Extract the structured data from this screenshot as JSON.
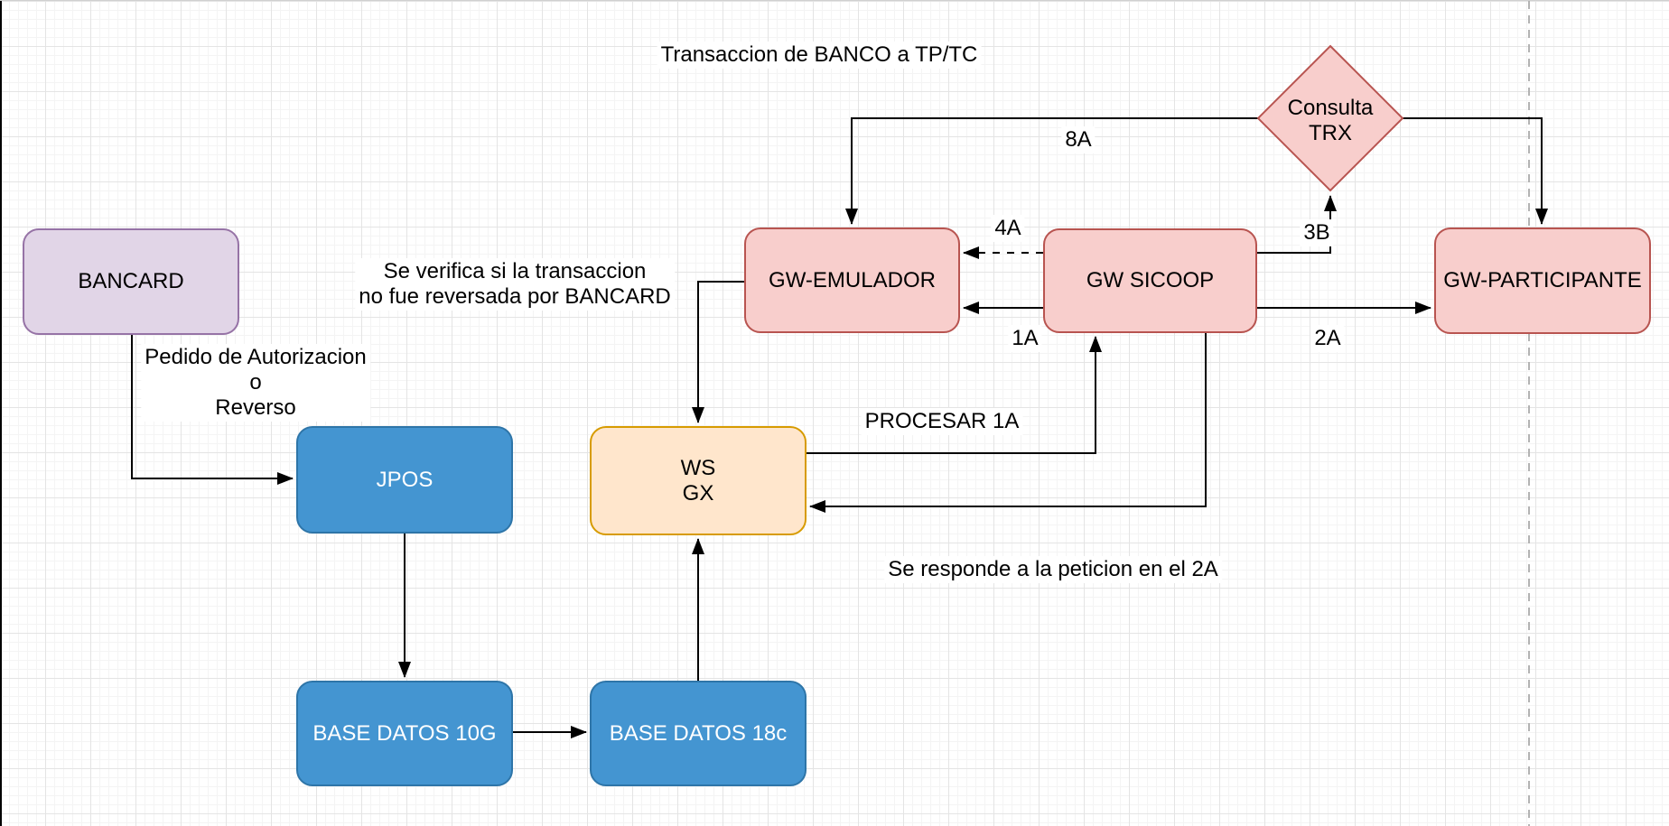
{
  "title": "Transaccion de BANCO a TP/TC",
  "nodes": {
    "bancard": {
      "label": "BANCARD"
    },
    "jpos": {
      "label": "JPOS"
    },
    "bd10g": {
      "label": "BASE DATOS 10G"
    },
    "bd18c": {
      "label": "BASE DATOS 18c"
    },
    "wsgx": {
      "line1": "WS",
      "line2": "GX"
    },
    "gw_emulador": {
      "label": "GW-EMULADOR"
    },
    "gw_sicoop": {
      "label": "GW SICOOP"
    },
    "gw_participante": {
      "label": "GW-PARTICIPANTE"
    },
    "consulta_trx": {
      "line1": "Consulta",
      "line2": "TRX"
    }
  },
  "edge_labels": {
    "e8a": "8A",
    "e4a": "4A",
    "e1a": "1A",
    "e3b": "3B",
    "e2a": "2A",
    "procesar_1a": "PROCESAR 1A"
  },
  "annotations": {
    "pedido": {
      "line1": "Pedido de Autorizacion",
      "line2": "o",
      "line3": "Reverso"
    },
    "verifica": {
      "line1": "Se verifica si la transaccion",
      "line2": "no fue reversada por BANCARD"
    },
    "responde": "Se responde a la peticion en el 2A"
  },
  "colors": {
    "purple_fill": "#E1D5E7",
    "purple_stroke": "#9673A6",
    "pink_fill": "#F8CECC",
    "pink_stroke": "#B85450",
    "orange_fill": "#FFE6CC",
    "orange_stroke": "#D79B00",
    "blue_fill": "#4495D1",
    "blue_stroke": "#2E75A8",
    "edge": "#000000",
    "separator": "#B3B3B3"
  }
}
